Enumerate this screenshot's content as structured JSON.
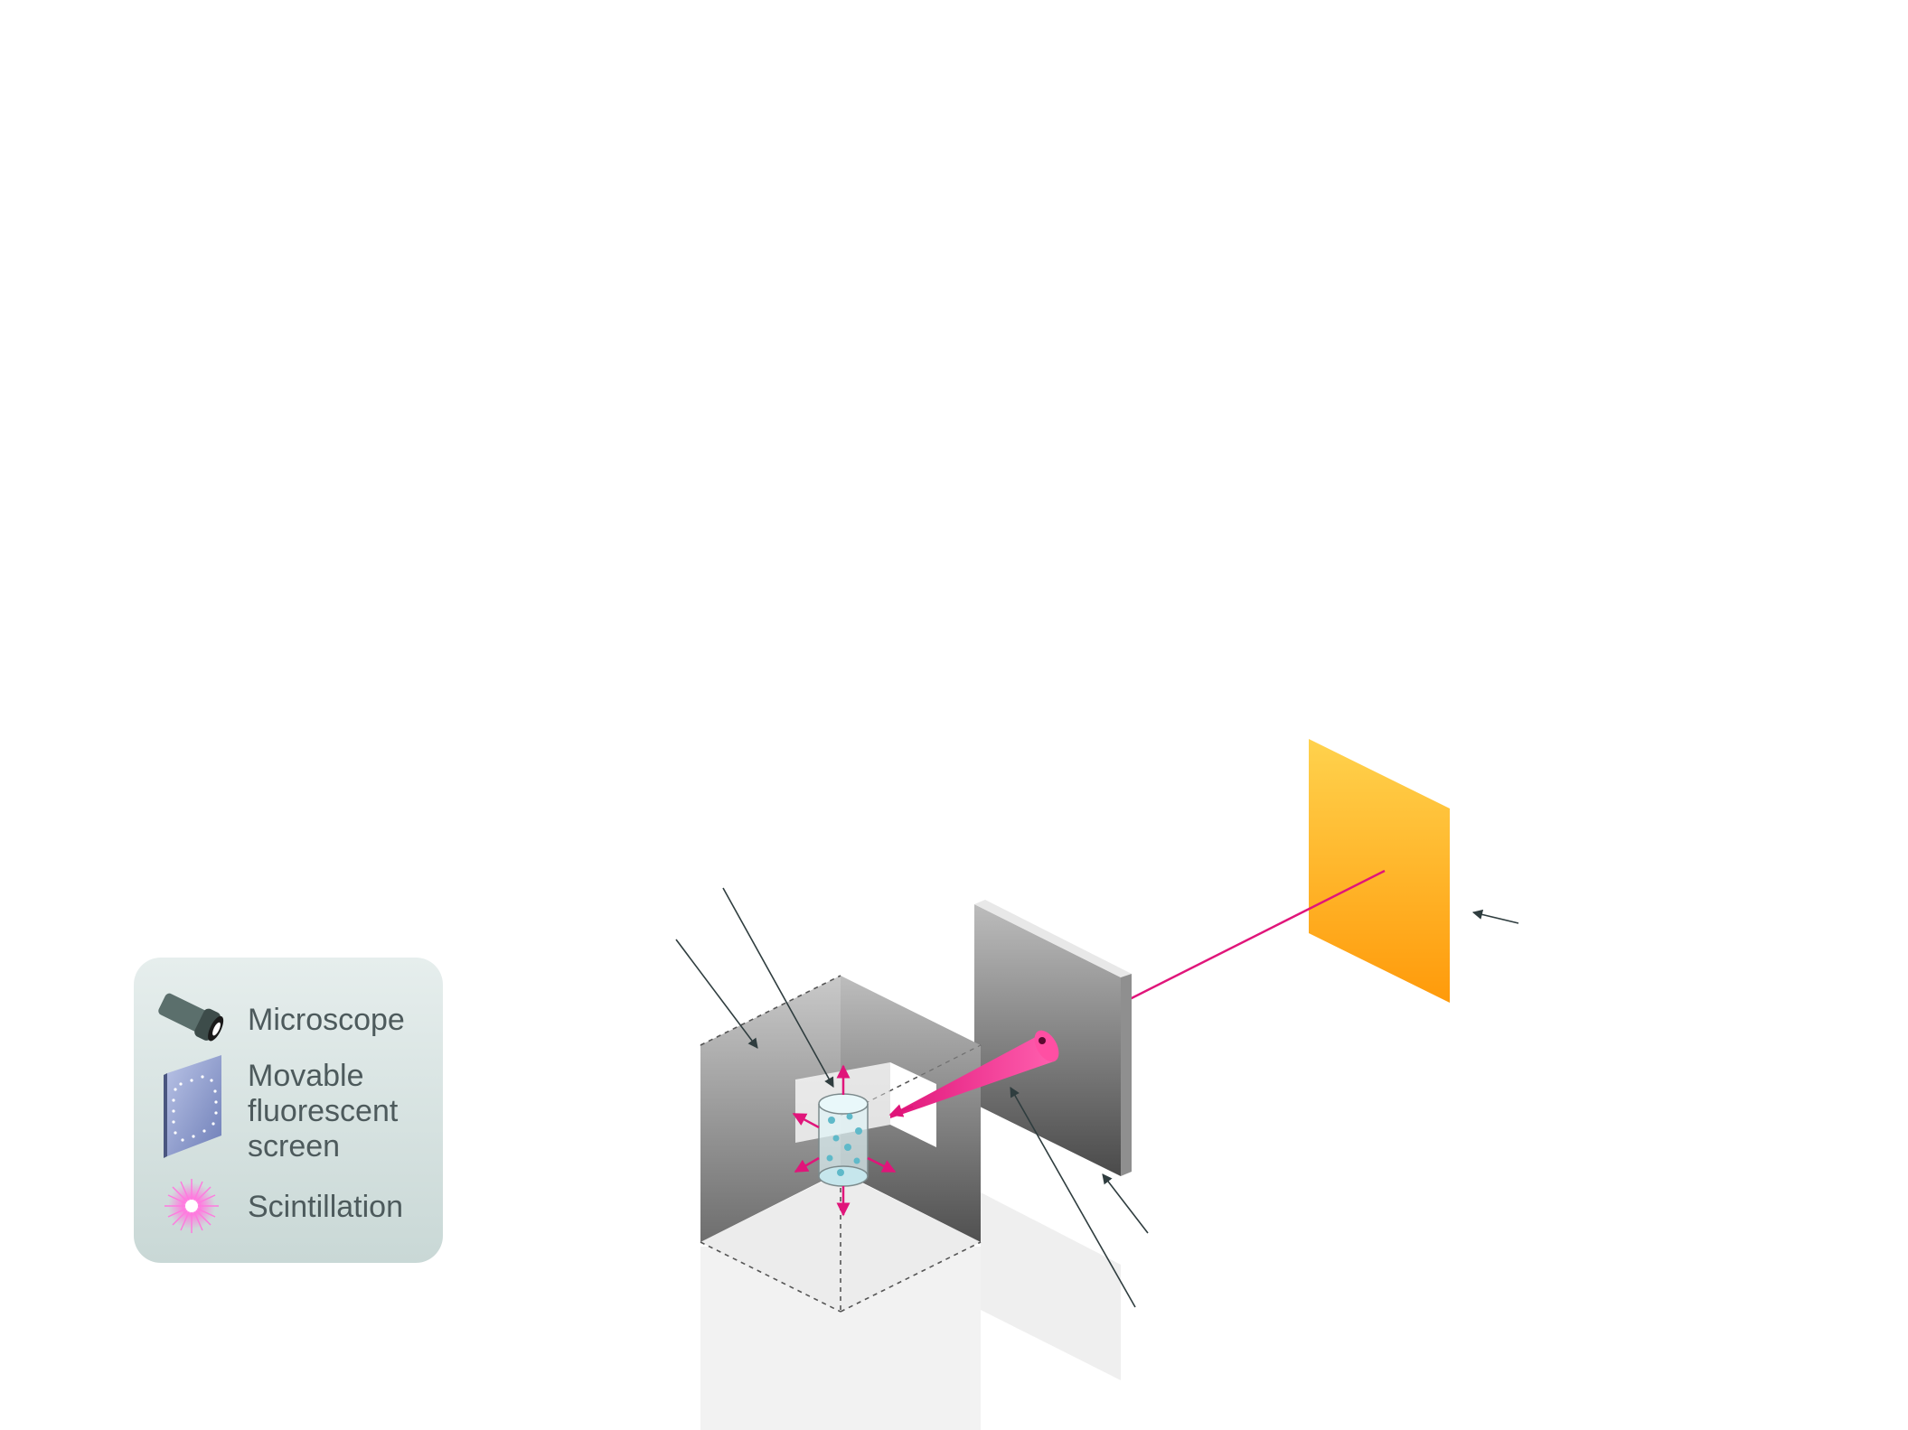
{
  "legend": {
    "items": [
      {
        "label_lines": [
          "Microscope"
        ],
        "icon": "microscope-icon"
      },
      {
        "label_lines": [
          "Movable",
          "fluorescent",
          "screen"
        ],
        "icon": "fluorescent-screen-icon"
      },
      {
        "label_lines": [
          "Scintillation"
        ],
        "icon": "scintillation-icon"
      }
    ]
  },
  "colors": {
    "beam": "#e0157a",
    "target": "#ffa31a",
    "legend_bg": "#d3dedd",
    "wall": "#8a8a8a",
    "leader": "#2f3d3f"
  },
  "callouts": [
    {
      "name": "callout-chamber-wall"
    },
    {
      "name": "callout-gold-foil"
    },
    {
      "name": "callout-collimator"
    },
    {
      "name": "callout-alpha-beam"
    },
    {
      "name": "callout-source-block"
    }
  ]
}
